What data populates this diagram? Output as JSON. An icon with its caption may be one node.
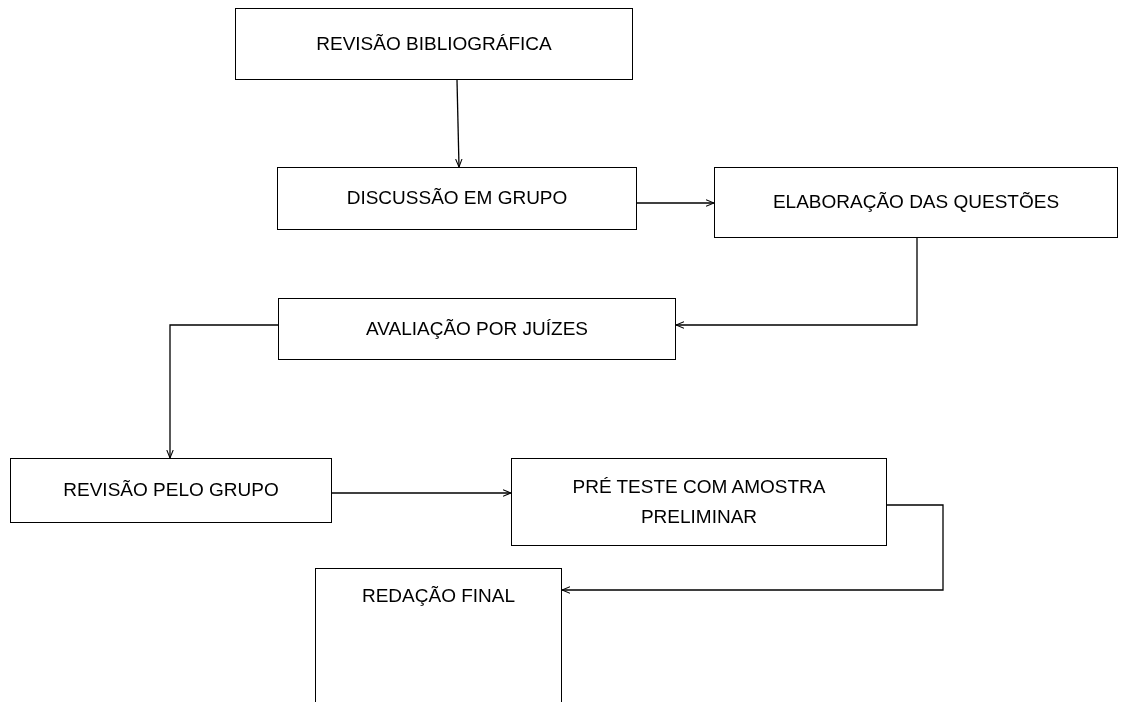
{
  "diagram": {
    "nodes": [
      {
        "text": [
          "REVISÃO BIBLIOGRÁFICA"
        ]
      },
      {
        "text": [
          "DISCUSSÃO EM GRUPO"
        ]
      },
      {
        "text": [
          "ELABORAÇÃO DAS QUESTÕES"
        ]
      },
      {
        "text": [
          "AVALIAÇÃO POR JUÍZES"
        ]
      },
      {
        "text": [
          "REVISÃO PELO GRUPO"
        ]
      },
      {
        "text": [
          "PRÉ TESTE COM AMOSTRA PRELIMINAR"
        ]
      },
      {
        "text": [
          "REDAÇÃO FINAL"
        ]
      }
    ],
    "edges": [
      {
        "from": 0,
        "to": 1,
        "arrow": "to"
      },
      {
        "from": 1,
        "to": 2,
        "arrow": "to"
      },
      {
        "from": 2,
        "to": 3,
        "arrow": "to"
      },
      {
        "from": 3,
        "to": 4,
        "arrow": "to"
      },
      {
        "from": 4,
        "to": 5,
        "arrow": "to"
      },
      {
        "from": 5,
        "to": 6,
        "arrow": "to"
      }
    ]
  }
}
